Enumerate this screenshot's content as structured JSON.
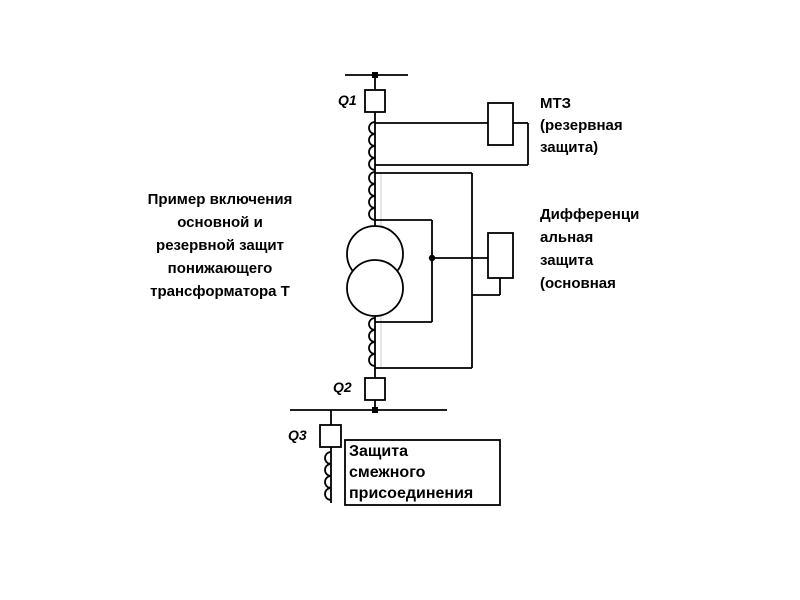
{
  "diagram": {
    "caption": "Пример включения\nосновной и\nрезервной защит\nпонижающего\nтрансформатора Т",
    "labels": {
      "q1": "Q1",
      "q2": "Q2",
      "q3": "Q3",
      "mtz_relay": "МТЗ\n(резервная\nзащита)",
      "diff_relay": "Дифференци\nальная\nзащита\n(основная",
      "adjacent_protection": "Защита\nсмежного\nприсоединения"
    },
    "colors": {
      "line": "#000000",
      "faint_guide": "#cccccc",
      "background": "#ffffff"
    }
  }
}
